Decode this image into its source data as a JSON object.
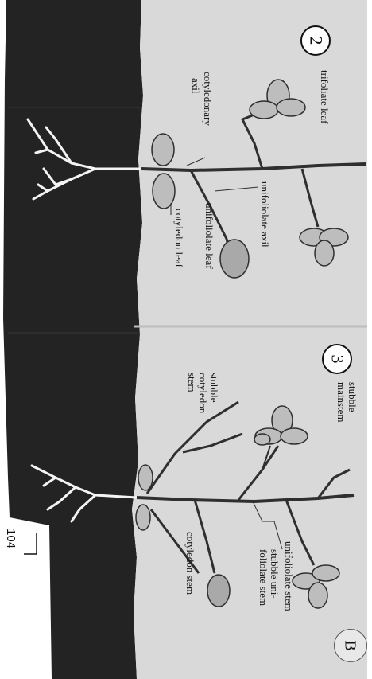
{
  "panels": [
    {
      "number": "2",
      "labels": {
        "trifoliate_leaf": "trifoliate leaf",
        "cotyledonary_axil_1": "cotyledonary",
        "cotyledonary_axil_2": "axil",
        "unifoliolate_axil": "unifoliolate axil",
        "unifoliolate_leaf": "unifoliolate leaf",
        "cotyledon_leaf": "cotyledon leaf"
      }
    },
    {
      "number": "3",
      "labels": {
        "stubble_mainstem_1": "stubble",
        "stubble_mainstem_2": "mainstem",
        "stubble_cotyledon_stem_1": "stubble",
        "stubble_cotyledon_stem_2": "cotyledon",
        "stubble_cotyledon_stem_3": "stem",
        "unifoliolate_stem": "unifoliolate stem",
        "stubble_unifoliolate_stem_1": "stubble uni-",
        "stubble_unifoliolate_stem_2": "foliolate stem",
        "cotyledon_stem": "cotyledon stem"
      }
    }
  ],
  "page_number": "104",
  "corner_letter": "B",
  "colors": {
    "soil": "#232323",
    "background": "#d9d9d9",
    "stem": "#2f2f2f",
    "leaf_fill": "#bdbdbd",
    "root": "#f4f4f4"
  }
}
